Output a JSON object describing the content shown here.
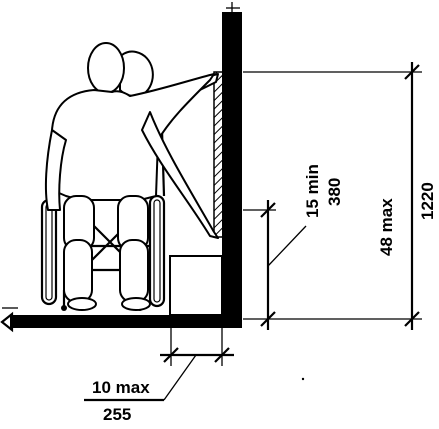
{
  "dimensions": {
    "side_reach": {
      "label": "15 min",
      "value": "380"
    },
    "max_height": {
      "label": "48 max",
      "value": "1220"
    },
    "obstruction_depth": {
      "label": "10 max",
      "value": "255"
    }
  },
  "colors": {
    "ink": "#000000",
    "paper": "#ffffff"
  }
}
